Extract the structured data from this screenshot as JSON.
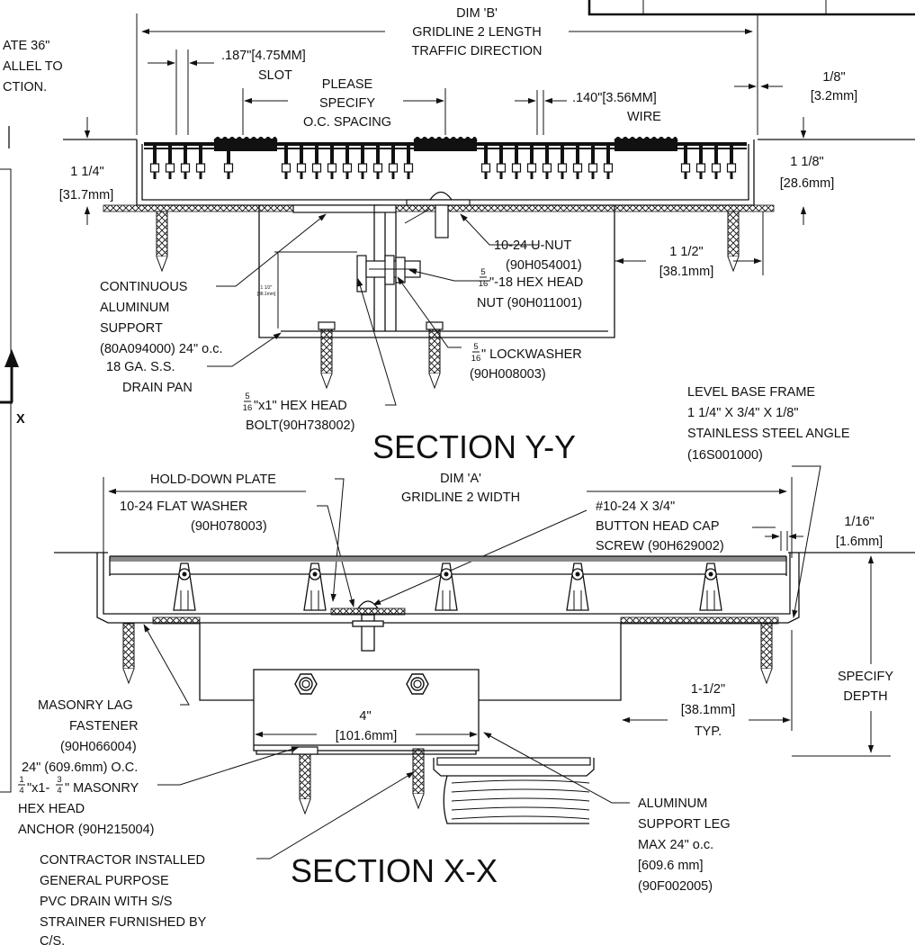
{
  "top_section": {
    "dim_b": "DIM 'B'",
    "gridline_length": "GRIDLINE 2 LENGTH",
    "traffic_direction": "TRAFFIC DIRECTION",
    "plate_note_1": "ATE 36\"",
    "plate_note_2": "ALLEL TO",
    "plate_note_3": "CTION.",
    "slot_dim": ".187\"[4.75MM]",
    "slot_label": "SLOT",
    "oc_1": "PLEASE",
    "oc_2": "SPECIFY",
    "oc_3": "O.C. SPACING",
    "wire_dim": ".140\"[3.56MM]",
    "wire_label": "WIRE",
    "right_gap_1": "1/8\"",
    "right_gap_2": "[3.2mm]",
    "left_height_1": "1 1/4\"",
    "left_height_2": "[31.7mm]",
    "right_height_1": "1 1/8\"",
    "right_height_2": "[28.6mm]",
    "unut_1": "10-24 U-NUT",
    "unut_2": "(90H054001)",
    "leg_dim_1": "1 1/2\"",
    "leg_dim_2": "[38.1mm]",
    "small_dim_1": "1 1/2\"",
    "small_dim_2": "[38.1mm]",
    "support_1": "CONTINUOUS",
    "support_2": "ALUMINUM",
    "support_3": "SUPPORT",
    "support_4": "(80A094000) 24\" o.c.",
    "hexnut_frac_num": "5",
    "hexnut_frac_den": "16",
    "hexnut_1": "\"-18 HEX HEAD",
    "hexnut_2": "NUT (90H011001)",
    "lockwasher_frac_num": "5",
    "lockwasher_frac_den": "16",
    "lockwasher_1": "\" LOCKWASHER",
    "lockwasher_2": "(90H008003)",
    "pan_1": "18 GA. S.S.",
    "pan_2": "DRAIN PAN",
    "bolt_frac_num": "5",
    "bolt_frac_den": "16",
    "bolt_1": "\"x1\" HEX HEAD",
    "bolt_2": "BOLT(90H738002)",
    "section_title": "SECTION Y-Y",
    "axis_x": "X"
  },
  "bottom_section": {
    "frame_1": "LEVEL BASE FRAME",
    "frame_2": "1 1/4\" X 3/4\" X 1/8\"",
    "frame_3": "STAINLESS STEEL ANGLE",
    "frame_4": "(16S001000)",
    "holddown": "HOLD-DOWN PLATE",
    "dim_a": "DIM 'A'",
    "gridline_width": "GRIDLINE 2 WIDTH",
    "washer_1": "10-24 FLAT WASHER",
    "washer_2": "(90H078003)",
    "screw_1": "#10-24 X 3/4\"",
    "screw_2": "BUTTON HEAD CAP",
    "screw_3": "SCREW (90H629002)",
    "gap_1": "1/16\"",
    "gap_2": "[1.6mm]",
    "depth_1": "SPECIFY",
    "depth_2": "DEPTH",
    "typ_1": "1-1/2\"",
    "typ_2": "[38.1mm]",
    "typ_3": "TYP.",
    "lag_1": "MASONRY LAG",
    "lag_2": "FASTENER",
    "lag_3": "(90H066004)",
    "lag_4": "24\" (609.6mm) O.C.",
    "width_1": "4\"",
    "width_2": "[101.6mm]",
    "anchor_frac1_num": "1",
    "anchor_frac1_den": "4",
    "anchor_x": "\"x1-",
    "anchor_frac2_num": "3",
    "anchor_frac2_den": "4",
    "anchor_1": "\" MASONRY",
    "anchor_2": "HEX HEAD",
    "anchor_3": "ANCHOR (90H215004)",
    "leg_1": "ALUMINUM",
    "leg_2": "SUPPORT LEG",
    "leg_3": "MAX 24\" o.c.",
    "leg_4": "[609.6 mm]",
    "leg_5": "(90F002005)",
    "drain_1": "CONTRACTOR INSTALLED",
    "drain_2": "GENERAL PURPOSE",
    "drain_3": "PVC DRAIN WITH S/S",
    "drain_4": "STRAINER FURNISHED BY",
    "drain_5": "C/S.",
    "section_title": "SECTION X-X"
  }
}
